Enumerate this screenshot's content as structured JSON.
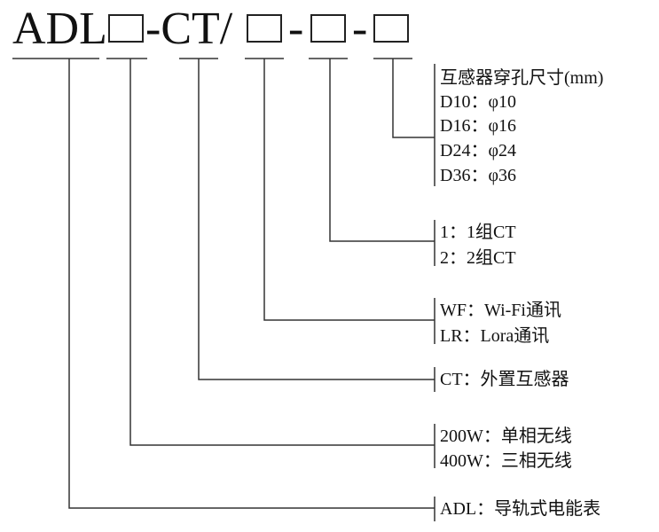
{
  "code": {
    "prefix": "ADL",
    "part2": "-CT/",
    "dash1": "-",
    "dash2": "-"
  },
  "groups": {
    "aperture": {
      "title": "互感器穿孔尺寸(mm)",
      "items": [
        "D10：φ10",
        "D16：φ16",
        "D24：φ24",
        "D36：φ36"
      ]
    },
    "ct_count": {
      "items": [
        "1：1组CT",
        "2：2组CT"
      ]
    },
    "comm": {
      "items": [
        "WF：Wi-Fi通讯",
        "LR：Lora通讯"
      ]
    },
    "ct": {
      "items": [
        "CT：外置互感器"
      ]
    },
    "phase": {
      "items": [
        "200W：单相无线",
        "400W：三相无线"
      ]
    },
    "type": {
      "items": [
        "ADL：导轨式电能表"
      ]
    }
  }
}
